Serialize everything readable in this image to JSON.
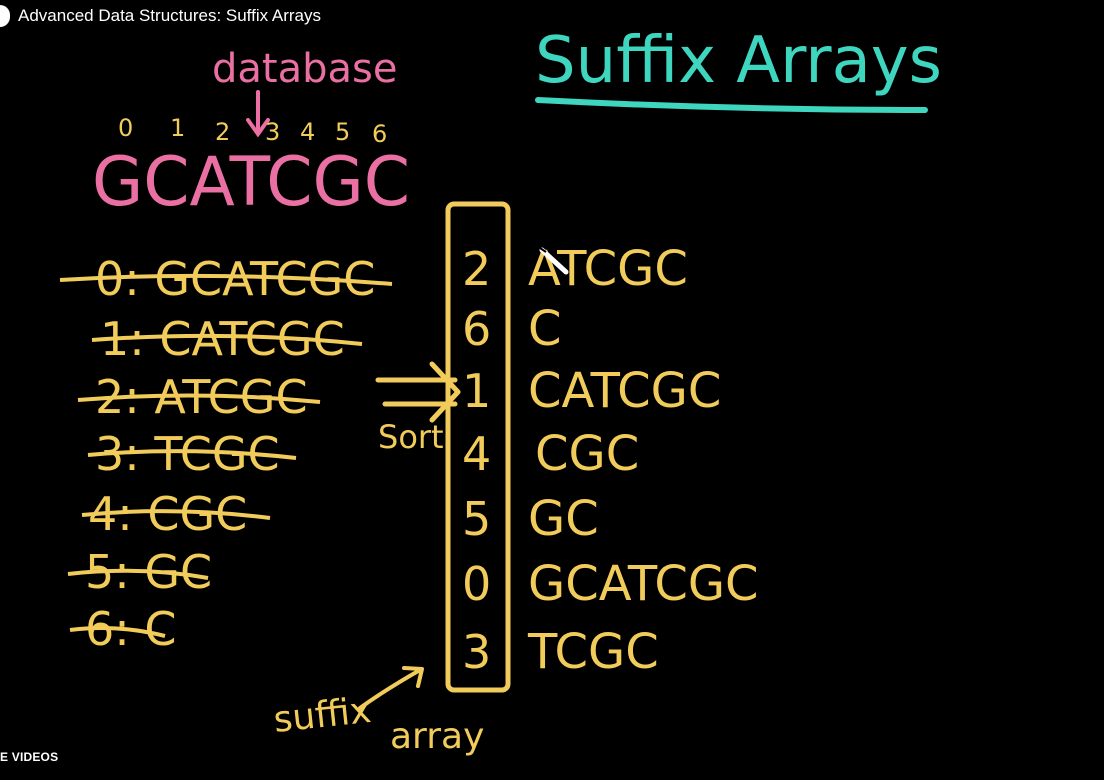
{
  "player": {
    "video_title": "Advanced Data Structures: Suffix Arrays",
    "more_videos_label": "E VIDEOS"
  },
  "board": {
    "heading": "Suffix Arrays",
    "database_label": "database",
    "indices": [
      "0",
      "1",
      "2",
      "3",
      "4",
      "5",
      "6"
    ],
    "text": "GCATCGC",
    "suffixes": [
      "0: GCATCGC",
      "1: CATCGC",
      "2: ATCGC",
      "3: TCGC",
      "4: CGC",
      "5: GC",
      "6: C"
    ],
    "sort_label": "Sort",
    "sorted": [
      {
        "index": "2",
        "suffix": "ATCGC"
      },
      {
        "index": "6",
        "suffix": "C"
      },
      {
        "index": "1",
        "suffix": "CATCGC"
      },
      {
        "index": "4",
        "suffix": "CGC"
      },
      {
        "index": "5",
        "suffix": "GC"
      },
      {
        "index": "0",
        "suffix": "GCATCGC"
      },
      {
        "index": "3",
        "suffix": "TCGC"
      }
    ],
    "suffix_label": "suffix",
    "array_label": "array",
    "colors": {
      "yellow": "#f2cc5a",
      "pink": "#ea6fa3",
      "teal": "#3fd6c0",
      "background": "#000000"
    }
  }
}
